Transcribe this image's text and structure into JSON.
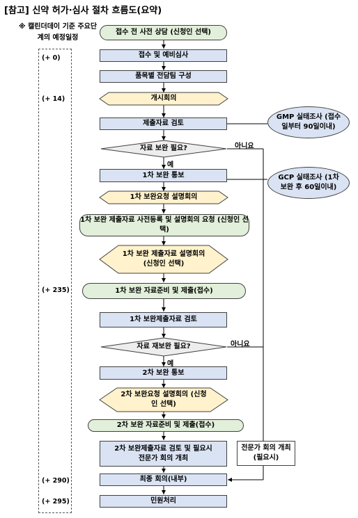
{
  "header": {
    "title": "[참고] 신약 허가·심사 절차 흐름도(요약)",
    "note": "※ 캘린더데이 기준 주요단계의 예정일정"
  },
  "days": [
    "(+ 0)",
    "(+ 14)",
    "(+ 235)",
    "(+ 290)",
    "(+ 295)"
  ],
  "steps": {
    "pre_consult": "접수 전 사전 상담 (신청인 선택)",
    "receipt": "접수 및 예비심사",
    "team": "품목별 전담팀 구성",
    "kickoff": "개시회의",
    "review": "제출자료 검토",
    "decision1": "자료 보완 필요?",
    "notice1": "1차 보완 통보",
    "meeting1": "1차 보완요청 설명회의",
    "prereg1": "1차 보완 제출자료 사전등록 및 설명회의 요청 (신청인 선택)",
    "explain1": "1차 보완 제출자료 설명회의 (신청인 선택)",
    "prepare1": "1차 보완 자료준비 및 제출(접수)",
    "review1": "1차 보완제출자료 검토",
    "decision2": "자료 재보완 필요?",
    "notice2": "2차 보완 통보",
    "meeting2": "2차 보완요청 설명회의 (신청인 선택)",
    "prepare2": "2차 보완 자료준비 및 제출(접수)",
    "review2": "2차 보완제출자료 검토 및 필요시 전문가 회의 개최",
    "final": "최종 회의(내부)",
    "civil": "민원처리"
  },
  "side": {
    "gmp": "GMP 실태조사 (접수일부터 90일이내)",
    "gcp": "GCP 실태조사 (1차보완 후 60일이내)",
    "expert": "전문가 회의 개최 (필요시)"
  },
  "labels": {
    "yes1": "예",
    "no1": "아니요",
    "yes2": "예",
    "no2": "아니요"
  }
}
